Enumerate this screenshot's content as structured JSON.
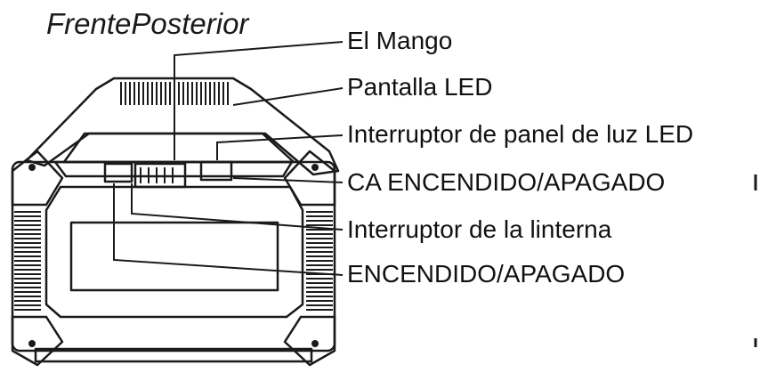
{
  "diagram": {
    "title": "FrentePosterior",
    "labels": [
      {
        "id": "handle",
        "text": "El Mango"
      },
      {
        "id": "led-display",
        "text": "Pantalla LED"
      },
      {
        "id": "led-panel-switch",
        "text": "Interruptor de panel de luz LED"
      },
      {
        "id": "ac-switch",
        "text": "CA ENCENDIDO/APAGADO"
      },
      {
        "id": "flashlight-switch",
        "text": "Interruptor de la linterna"
      },
      {
        "id": "power-switch",
        "text": "ENCENDIDO/APAGADO"
      }
    ]
  },
  "colors": {
    "line": "#1a1a1a",
    "background": "#ffffff"
  }
}
